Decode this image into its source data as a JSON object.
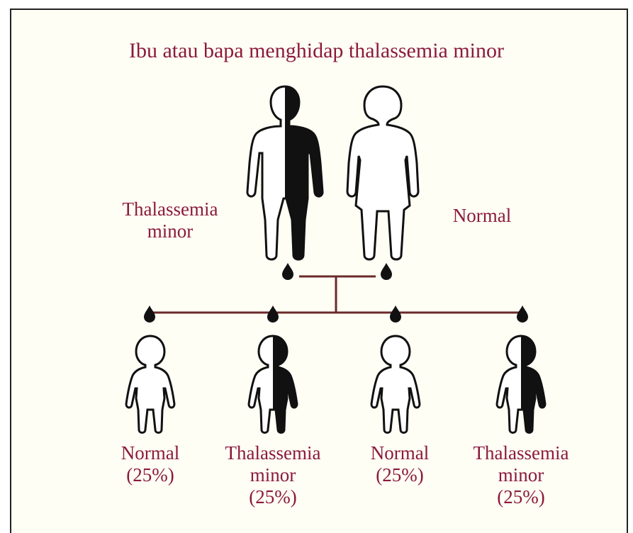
{
  "title": "Ibu atau bapa menghidap thalassemia minor",
  "parents": [
    {
      "label_line1": "Thalassemia",
      "label_line2": "minor",
      "status": "carrier"
    },
    {
      "label_line1": "Normal",
      "status": "normal"
    }
  ],
  "children": [
    {
      "label_line1": "Normal",
      "label_line2": "(25%)",
      "status": "normal",
      "percent": 25
    },
    {
      "label_line1": "Thalassemia",
      "label_line2": "minor",
      "label_line3": "(25%)",
      "status": "carrier",
      "percent": 25
    },
    {
      "label_line1": "Normal",
      "label_line2": "(25%)",
      "status": "normal",
      "percent": 25
    },
    {
      "label_line1": "Thalassemia",
      "label_line2": "minor",
      "label_line3": "(25%)",
      "status": "carrier",
      "percent": 25
    }
  ],
  "colors": {
    "text": "#8b1a3c",
    "figure": "#111111",
    "background": "#fffef5",
    "line": "#6b2a2a"
  }
}
